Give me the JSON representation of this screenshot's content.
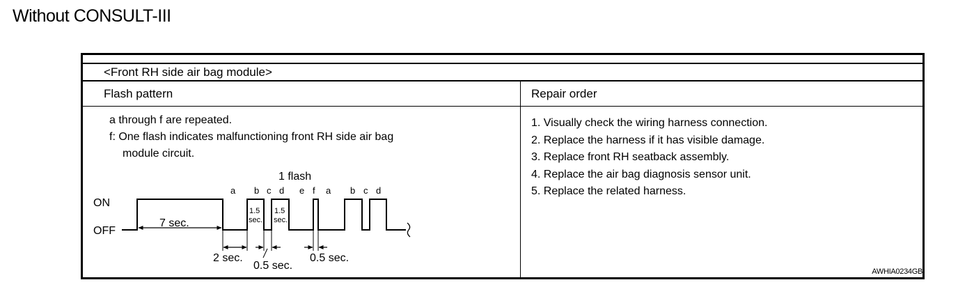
{
  "page": {
    "title": "Without CONSULT-III"
  },
  "table": {
    "section_title": "<Front RH side air bag module>",
    "col_flash": "Flash pattern",
    "col_repair": "Repair order",
    "notes": [
      "a through f are repeated.",
      "f: One flash indicates malfunctioning front RH side air bag",
      "module circuit."
    ],
    "repair_steps": [
      "1. Visually check the wiring harness connection.",
      "2. Replace the harness if it has visible damage.",
      "3. Replace front RH seatback assembly.",
      "4. Replace the air bag diagnosis sensor unit.",
      "5. Replace the related harness."
    ]
  },
  "diagram": {
    "flash_label": "1 flash",
    "on_label": "ON",
    "off_label": "OFF",
    "letters": [
      "a",
      "b",
      "c",
      "d",
      "e",
      "f",
      "a",
      "b",
      "c",
      "d"
    ],
    "dur_7": "7 sec.",
    "dur_2": "2 sec.",
    "dur_05a": "0.5 sec.",
    "dur_05b": "0.5 sec.",
    "pulse_top": "1.5",
    "pulse_bottom": "sec."
  },
  "figure_code": "AWHIA0234GB"
}
